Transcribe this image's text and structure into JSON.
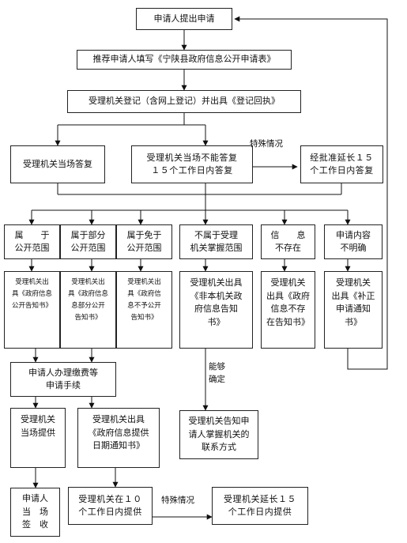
{
  "nodes": {
    "apply": "申请人提出申请",
    "fill_form": "推荐申请人填写《宁陕县政府信息公开申请表》",
    "register": "受理机关登记（含网上登记）并出具《登记回执》",
    "reply_on_spot": "受理机关当场答复",
    "reply_15_days": "受理机关当场不能答复\n１５个工作日内答复",
    "extended_15": "经批准延长１５\n个工作日内答复",
    "cat_public": "属　　于\n公开范围",
    "cat_partial": "属于部分\n公开范围",
    "cat_exempt": "属于免于\n公开范围",
    "cat_out_of_scope": "不属于受理\n机关掌握范围",
    "cat_not_exist": "信　　息\n不存在",
    "cat_unclear": "申请内容\n不明确",
    "notice_public": "受理机关出\n具《政府信息\n公开告知书》",
    "notice_partial": "受理机关出\n具《政府信息\n息部分公开\n告知书》",
    "notice_exempt": "受理机关出\n具《政府信\n息不予公开\n告知书》",
    "notice_out_of_scope": "受理机关出具\n《非本机关政\n府信息告知\n书》",
    "notice_not_exist": "受理机关\n出具《政府\n信息不存\n在告知书》",
    "notice_unclear": "受理机关\n出具《补正\n申请通知\n书》",
    "pay_fees": "申请人办理缴费等\n申请手续",
    "provide_on_spot": "受理机关\n当场提供",
    "date_notice": "受理机关出具\n《政府信息提供\n日期通知书》",
    "sign_receive": "申请人\n当　场\n签　收",
    "provide_10_days": "受理机关在１０\n个工作日内提供",
    "extend_provide_15": "受理机关延长１５\n个工作日内提供",
    "inform_contact": "受理机关告知申\n请人掌握机关的\n联系方式"
  },
  "edge_labels": {
    "special_1": "特殊情况",
    "special_2": "特殊情况",
    "can_determine": "能够\n确定"
  }
}
